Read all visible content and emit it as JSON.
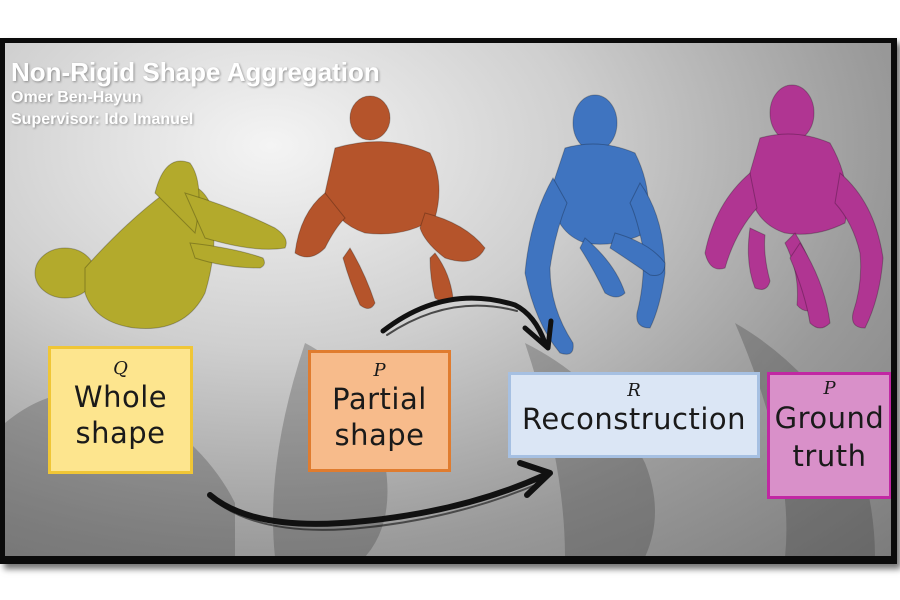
{
  "header": {
    "title": "Non-Rigid Shape Aggregation",
    "author": "Omer Ben-Hayun",
    "supervisor": "Supervisor: Ido Imanuel"
  },
  "boxes": {
    "whole": {
      "symbol": "Q",
      "line1": "Whole",
      "line2": "shape",
      "fill": "#fde58e",
      "border": "#f0c636"
    },
    "partial": {
      "symbol": "P",
      "line1": "Partial",
      "line2": "shape",
      "fill": "#f7bb8b",
      "border": "#e07c2f"
    },
    "reconstruction": {
      "symbol": "R",
      "line1": "Reconstruction",
      "fill": "#dbe6f5",
      "border": "#a6c0e2"
    },
    "ground_truth": {
      "symbol": "P",
      "line1": "Ground",
      "line2": "truth",
      "fill": "#d990c9",
      "border": "#c128a3"
    }
  },
  "figures": {
    "whole_color": "#b3aa2c",
    "partial_color": "#b5542b",
    "reconstruction_color": "#3f74c0",
    "ground_truth_color": "#b03592"
  }
}
